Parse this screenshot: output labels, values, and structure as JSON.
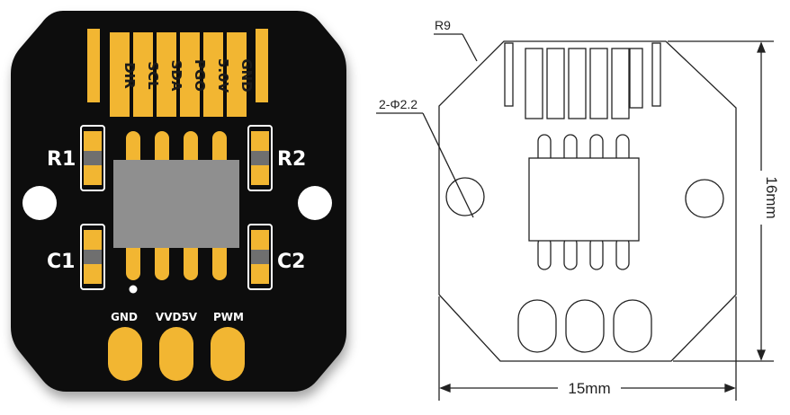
{
  "pcb": {
    "top_pads": [
      "DIR",
      "SCL",
      "SDA",
      "PGO",
      "5.0V",
      "GND"
    ],
    "components": {
      "r1": "R1",
      "r2": "R2",
      "c1": "C1",
      "c2": "C2"
    },
    "bottom_pads": [
      "GND",
      "VVD5V",
      "PWM"
    ],
    "colors": {
      "board": "#0d0d0d",
      "gold": "#f2b632",
      "chip": "#8f8f8f",
      "silk": "#ffffff"
    }
  },
  "drawing": {
    "radius_label": "R9",
    "hole_label": "2-Φ2.2",
    "width_label": "15mm",
    "height_label": "16mm"
  }
}
